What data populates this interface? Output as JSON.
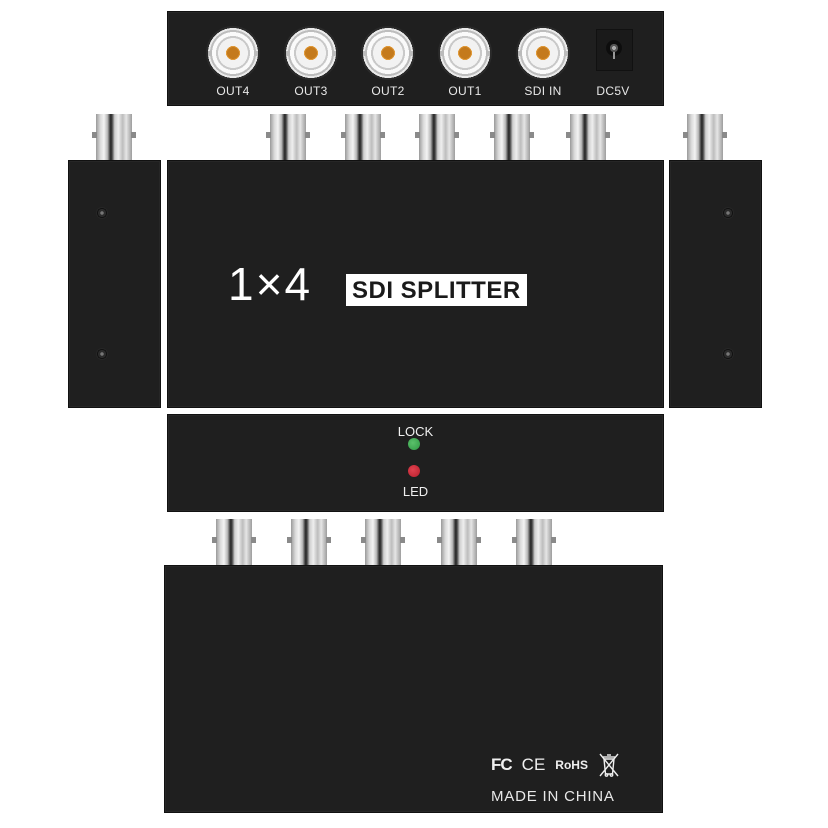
{
  "product": {
    "model_number": "1×4",
    "model_name": "SDI SPLITTER"
  },
  "rear_panel": {
    "ports": [
      {
        "label": "OUT4",
        "icon": "bnc-connector-icon"
      },
      {
        "label": "OUT3",
        "icon": "bnc-connector-icon"
      },
      {
        "label": "OUT2",
        "icon": "bnc-connector-icon"
      },
      {
        "label": "OUT1",
        "icon": "bnc-connector-icon"
      },
      {
        "label": "SDI IN",
        "icon": "bnc-connector-icon"
      }
    ],
    "power": {
      "label": "DC5V",
      "icon": "dc-power-jack-icon"
    }
  },
  "front_panel": {
    "indicators": [
      {
        "label": "LOCK",
        "color": "#3faa52"
      },
      {
        "label": "LED",
        "color": "#d02a38"
      }
    ]
  },
  "bottom_panel": {
    "certifications": [
      "FC",
      "CE",
      "RoHS",
      "weee-bin-icon"
    ],
    "origin": "MADE IN CHINA"
  },
  "colors": {
    "body": "#1f1f1f",
    "background": "#ffffff",
    "connector_center": "#c47a1c"
  }
}
